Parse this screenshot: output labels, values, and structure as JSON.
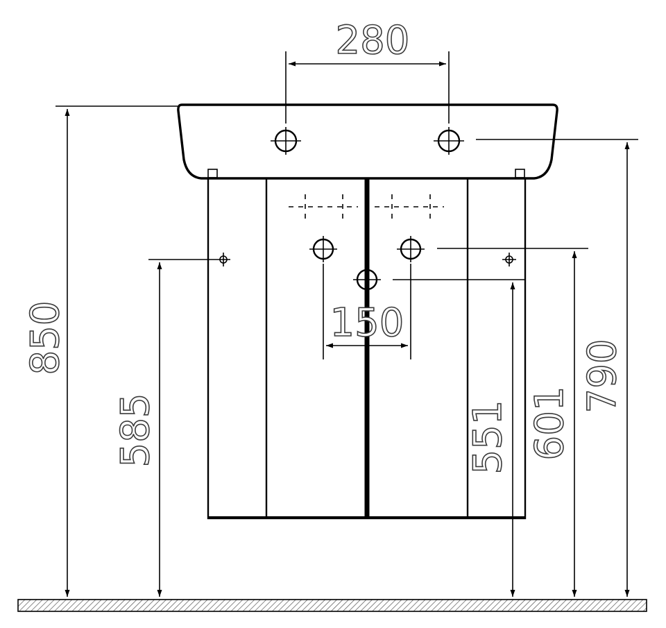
{
  "dimensions": {
    "tap_hole_spacing": "280",
    "waste_spacing": "150",
    "total_height": "850",
    "left_waste_height": "585",
    "right_waste_height_low": "551",
    "right_waste_height_mid": "601",
    "basin_tap_height": "790"
  },
  "colors": {
    "line": "#000000",
    "dim_text_outline": "#3a3a3a",
    "floor_hatch": "#555555"
  }
}
